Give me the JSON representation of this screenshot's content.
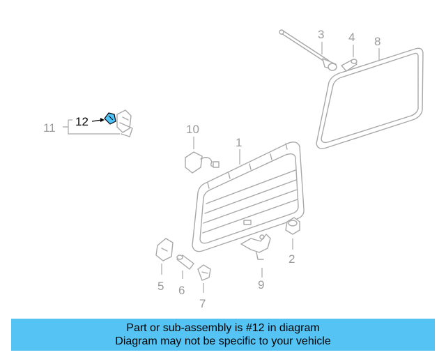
{
  "labels": {
    "p1": "1",
    "p2": "2",
    "p3": "3",
    "p4": "4",
    "p5": "5",
    "p6": "6",
    "p7": "7",
    "p8": "8",
    "p9": "9",
    "p10": "10",
    "p11": "11",
    "p12": "12"
  },
  "highlight_color": "#4fc3f7",
  "banner": {
    "line1": "Part or sub-assembly is #12 in diagram",
    "line2": "Diagram may not be specific to your vehicle",
    "background": "#55c3f4"
  }
}
